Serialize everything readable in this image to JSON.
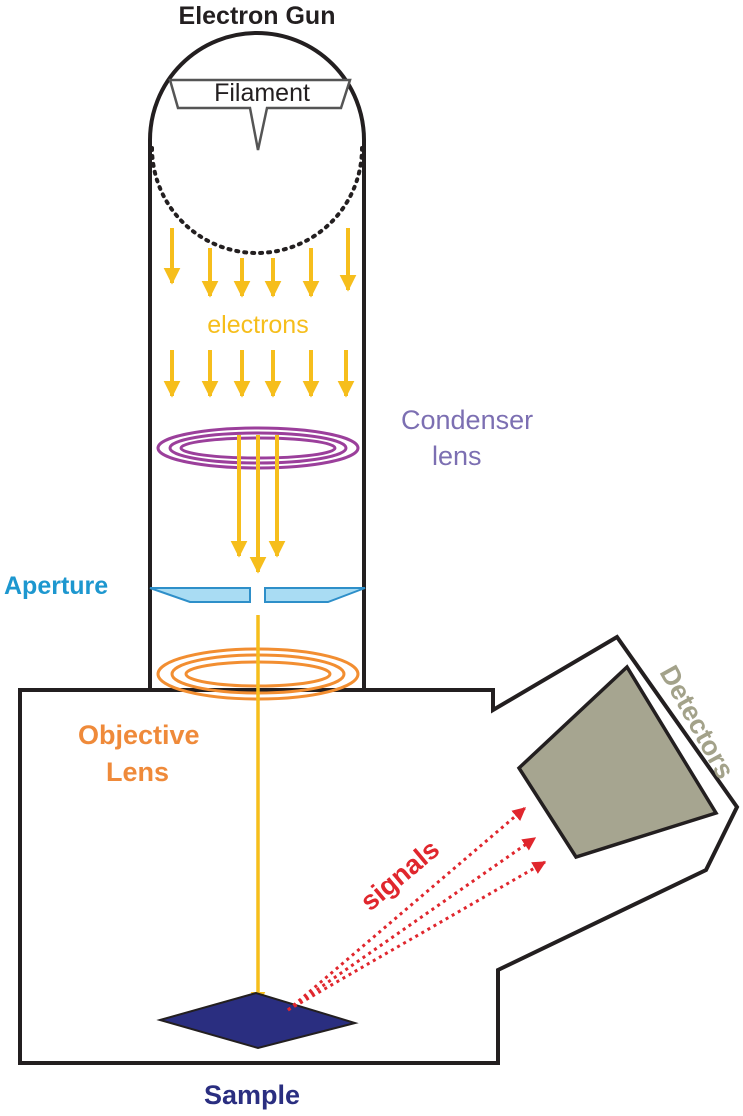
{
  "labels": {
    "electron_gun": "Electron Gun",
    "filament": "Filament",
    "electrons": "electrons",
    "condenser_line1": "Condenser",
    "condenser_line2": "lens",
    "aperture": "Aperture",
    "objective_line1": "Objective",
    "objective_line2": "Lens",
    "detectors": "Detectors",
    "signals": "signals",
    "sample": "Sample"
  },
  "colors": {
    "outline": "#231f20",
    "electron_arrow": "#f6be1c",
    "condenser_lens": "#9b3f9b",
    "condenser_text": "#7c6fb2",
    "aperture_fill": "#a9dcf3",
    "aperture_stroke": "#2e8fc9",
    "aperture_text": "#1d97cf",
    "objective_lens": "#f28e31",
    "objective_text": "#ef8a3a",
    "detector_fill": "#a6a590",
    "detector_text": "#a3a28a",
    "signals": "#e0262d",
    "sample_fill": "#2a2e80",
    "sample_text": "#2a2e80"
  }
}
